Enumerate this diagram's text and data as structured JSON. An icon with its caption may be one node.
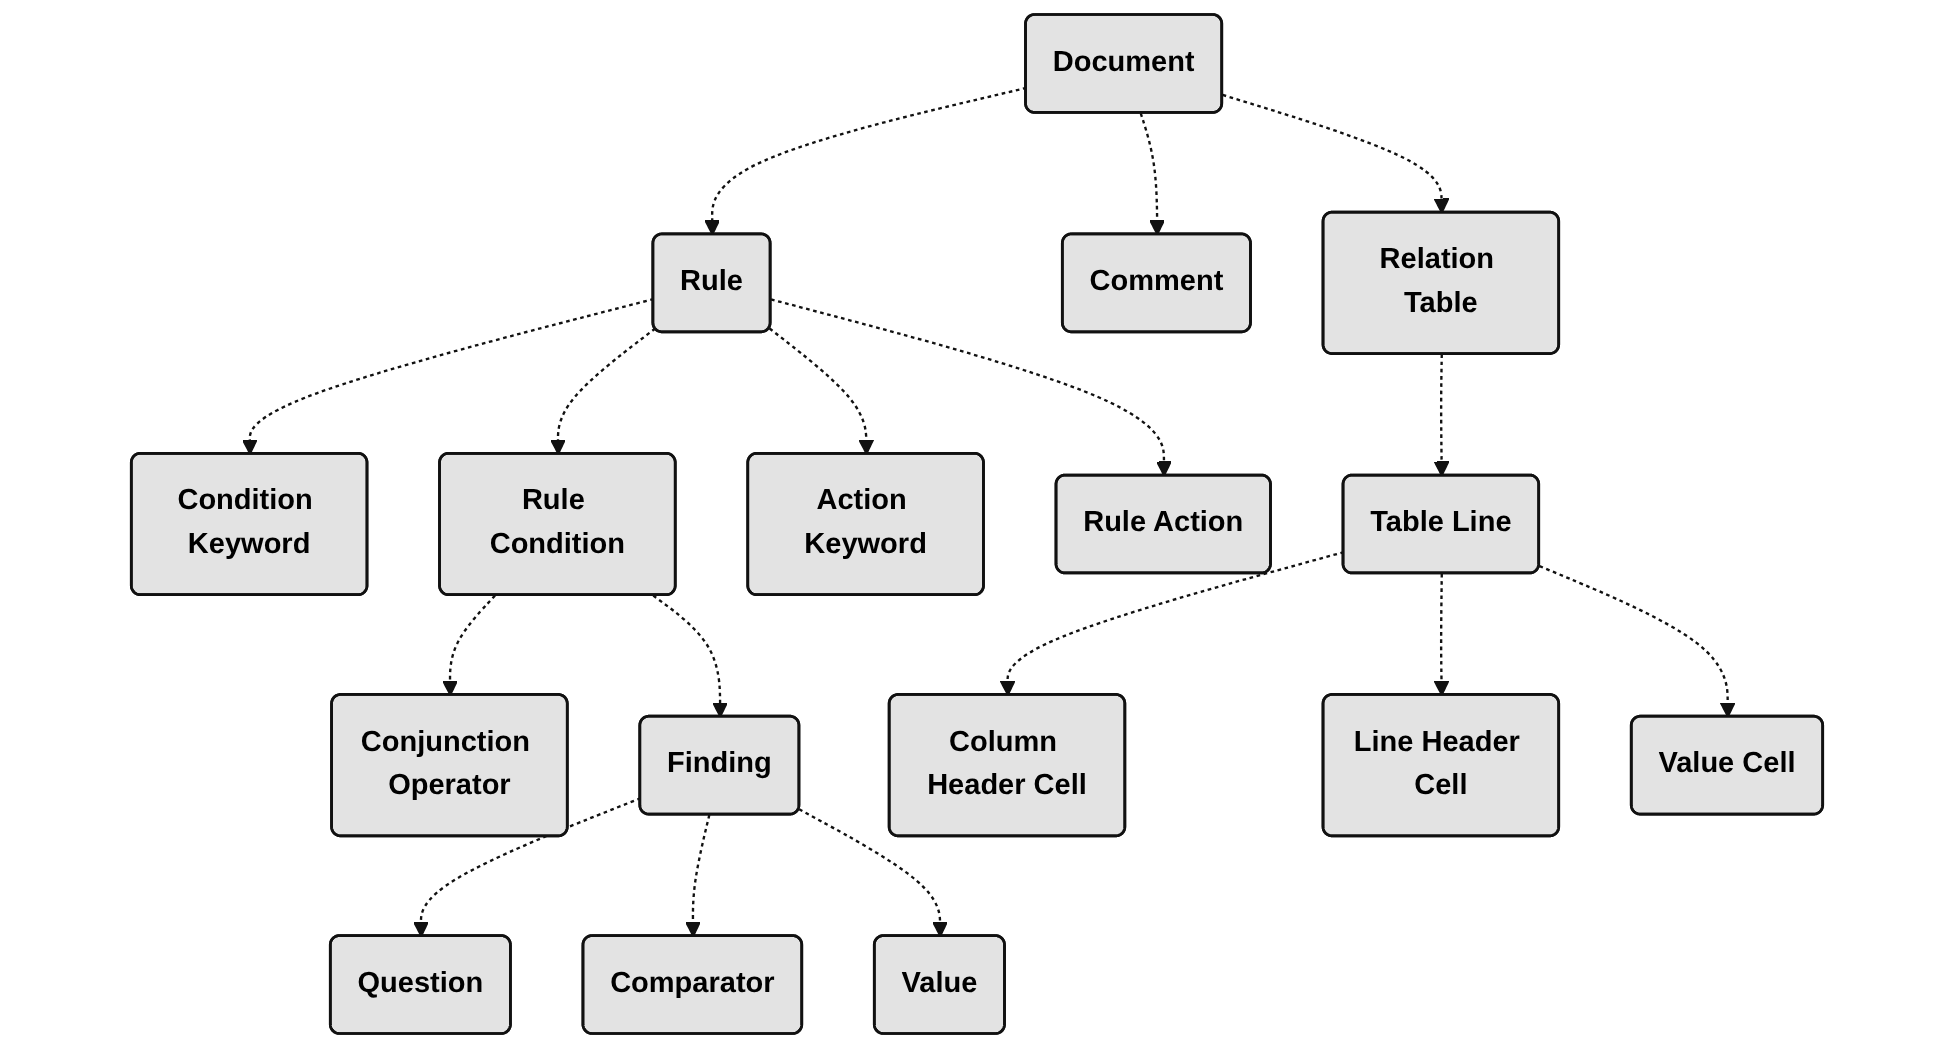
{
  "diagram": {
    "nodes": [
      {
        "text": [
          "Document"
        ]
      },
      {
        "text": [
          "Rule"
        ]
      },
      {
        "text": [
          "Comment"
        ]
      },
      {
        "text": [
          "Relation Table"
        ]
      },
      {
        "text": [
          "Condition Keyword"
        ]
      },
      {
        "text": [
          "Rule Condition"
        ]
      },
      {
        "text": [
          "Action Keyword"
        ]
      },
      {
        "text": [
          "Rule Action"
        ]
      },
      {
        "text": [
          "Table Line"
        ]
      },
      {
        "text": [
          "Conjunction Operator"
        ]
      },
      {
        "text": [
          "Finding"
        ]
      },
      {
        "text": [
          "Column Header Cell"
        ]
      },
      {
        "text": [
          "Line Header Cell"
        ]
      },
      {
        "text": [
          "Value Cell"
        ]
      },
      {
        "text": [
          "Question"
        ]
      },
      {
        "text": [
          "Comparator"
        ]
      },
      {
        "text": [
          "Value"
        ]
      }
    ],
    "edges": [
      {
        "from": 0,
        "to": 1,
        "arrow": "to",
        "style": "dashed"
      },
      {
        "from": 0,
        "to": 2,
        "arrow": "to",
        "style": "dashed"
      },
      {
        "from": 0,
        "to": 3,
        "arrow": "to",
        "style": "dashed"
      },
      {
        "from": 1,
        "to": 4,
        "arrow": "to",
        "style": "dashed"
      },
      {
        "from": 1,
        "to": 5,
        "arrow": "to",
        "style": "dashed"
      },
      {
        "from": 1,
        "to": 6,
        "arrow": "to",
        "style": "dashed"
      },
      {
        "from": 1,
        "to": 7,
        "arrow": "to",
        "style": "dashed"
      },
      {
        "from": 3,
        "to": 8,
        "arrow": "to",
        "style": "dashed"
      },
      {
        "from": 5,
        "to": 9,
        "arrow": "to",
        "style": "dashed"
      },
      {
        "from": 5,
        "to": 10,
        "arrow": "to",
        "style": "dashed"
      },
      {
        "from": 8,
        "to": 11,
        "arrow": "to",
        "style": "dashed"
      },
      {
        "from": 8,
        "to": 12,
        "arrow": "to",
        "style": "dashed"
      },
      {
        "from": 8,
        "to": 13,
        "arrow": "to",
        "style": "dashed"
      },
      {
        "from": 10,
        "to": 14,
        "arrow": "to",
        "style": "dashed"
      },
      {
        "from": 10,
        "to": 15,
        "arrow": "to",
        "style": "dashed"
      },
      {
        "from": 10,
        "to": 16,
        "arrow": "to",
        "style": "dashed"
      }
    ]
  }
}
